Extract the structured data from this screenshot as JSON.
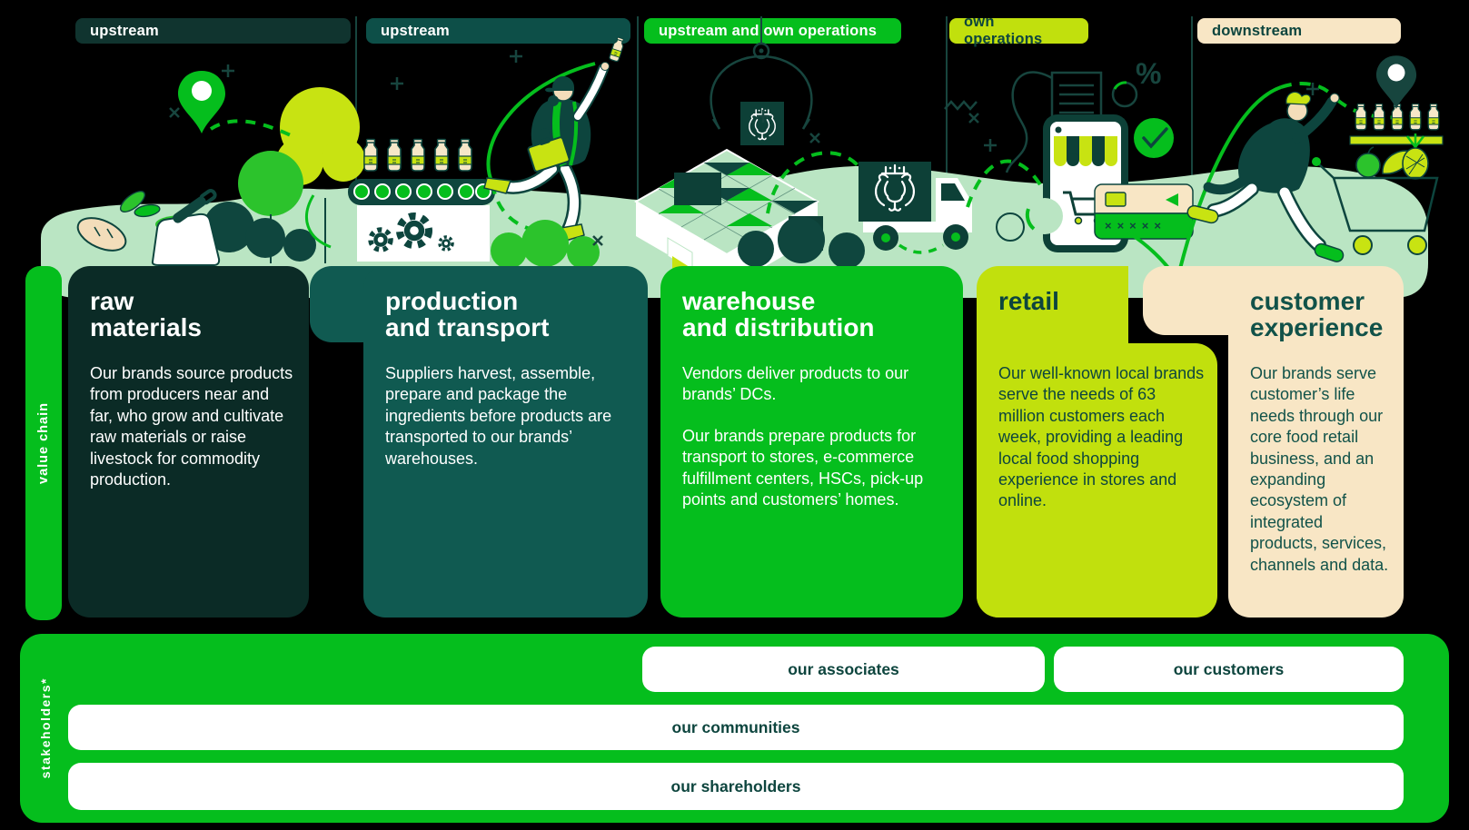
{
  "colors": {
    "background": "#000000",
    "mint": "#bae5c3",
    "dark_card": "#0b2b26",
    "teal_card": "#105a51",
    "green": "#05be1d",
    "lime": "#c1e00d",
    "cream": "#f8e6c5",
    "ink_text": "#0d453e",
    "white": "#ffffff"
  },
  "tags": [
    {
      "label": "upstream",
      "variant": "dark"
    },
    {
      "label": "upstream",
      "variant": "teal"
    },
    {
      "label": "upstream and own operations",
      "variant": "green"
    },
    {
      "label": "own operations",
      "variant": "lime"
    },
    {
      "label": "downstream",
      "variant": "cream"
    }
  ],
  "axis": {
    "value_chain": "value chain",
    "stakeholders": "stakeholders*"
  },
  "cards": [
    {
      "heading_lines": [
        "raw",
        "materials"
      ],
      "body": [
        "Our brands source products from producers near and far, who grow and cultivate raw materials or raise livestock for commodity production."
      ]
    },
    {
      "heading_lines": [
        "production",
        "and transport"
      ],
      "body": [
        "Suppliers harvest, assemble, prepare and package the ingredients before products are transported to our brands’ warehouses."
      ]
    },
    {
      "heading_lines": [
        "warehouse",
        "and distribution"
      ],
      "body": [
        "Vendors deliver products to our brands’ DCs.",
        "Our brands prepare products for transport to stores, e-commerce fulfillment centers, HSCs, pick-up points and customers’ homes."
      ]
    },
    {
      "heading_lines": [
        "retail"
      ],
      "body": [
        "Our well-known local brands serve the needs of 63 million customers each week, providing a leading local food shopping experience in stores and online."
      ]
    },
    {
      "heading_lines": [
        "customer",
        "experience"
      ],
      "body": [
        "Our brands serve customer’s life needs through our core food retail business, and an expanding ecosystem of integrated products, services, channels and data."
      ]
    }
  ],
  "stakeholder_rows": {
    "associates": "our associates",
    "customers": "our customers",
    "communities": "our communities",
    "shareholders": "our shareholders"
  },
  "illustration": {
    "icons": [
      "location-pin-green",
      "carrot",
      "grain-sack",
      "scoop",
      "bush",
      "tree-green",
      "tree-lime",
      "journey-path",
      "conveyor-belt",
      "milk-bottles",
      "gear",
      "quality-inspector",
      "crane-claw",
      "branded-box",
      "lion-logo",
      "warehouse-building",
      "delivery-truck",
      "receipt",
      "zigzag",
      "smartphone-storefront",
      "awning",
      "cart-icon",
      "percent-symbol",
      "check-circle",
      "credit-card",
      "running-shopper",
      "bottle-shelf",
      "location-pin-dark",
      "fruit-cart",
      "apple",
      "bananas",
      "pineapple",
      "sparkle-plus",
      "sparkle-cross"
    ]
  }
}
